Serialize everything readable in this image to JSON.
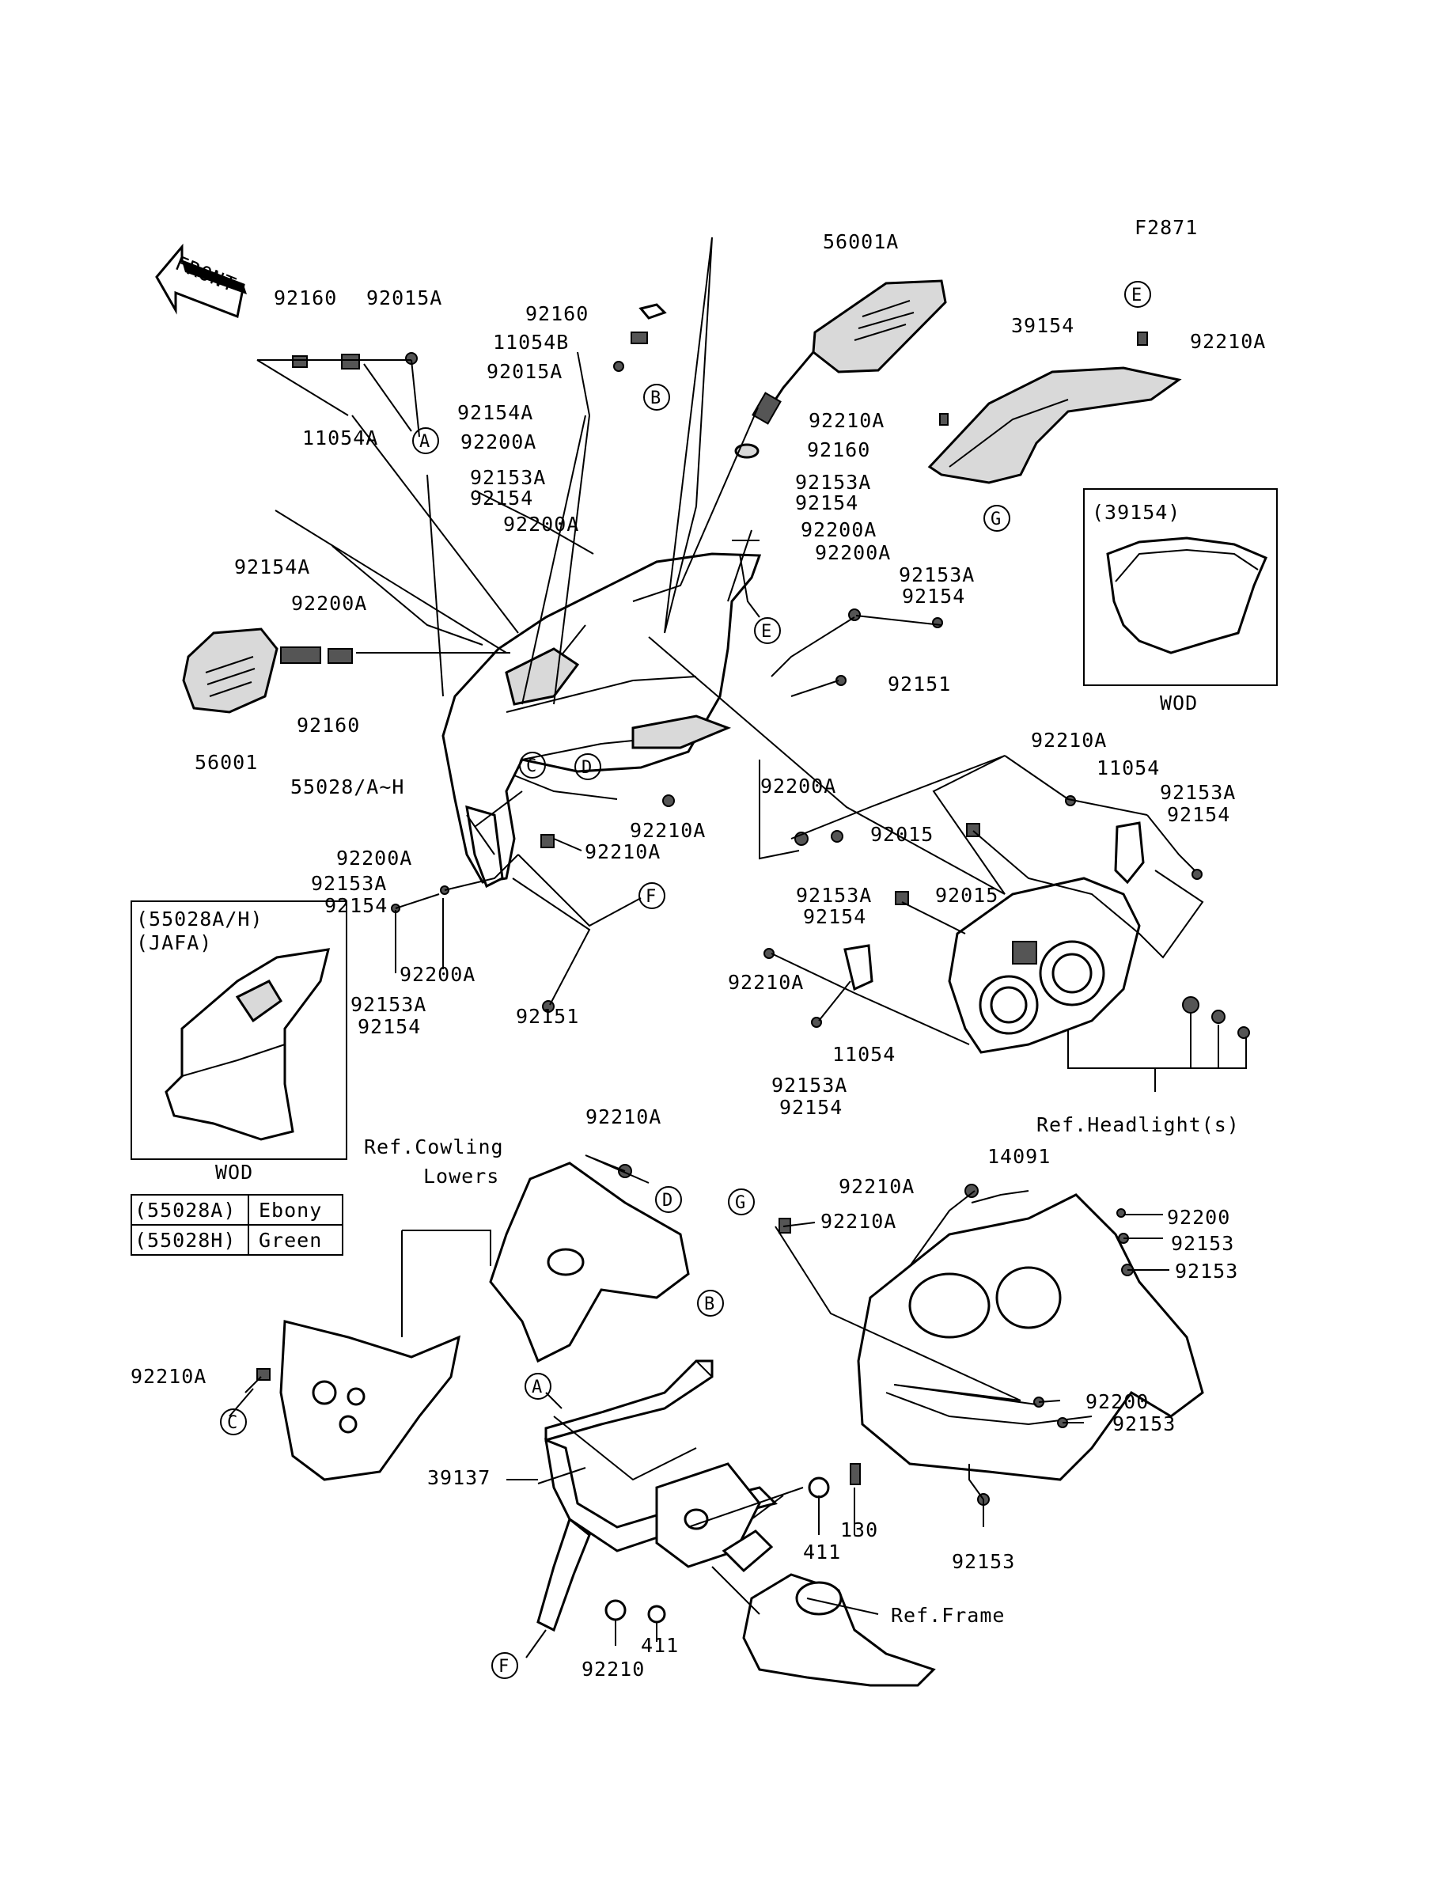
{
  "figure_code": "F2871",
  "front_label": "FRONT",
  "labels": {
    "56001A": "56001A",
    "39154": "39154",
    "92210A_top": "92210A",
    "92160_top": "92160",
    "92015A_top": "92015A",
    "92160_b": "92160",
    "11054B": "11054B",
    "92015A_b": "92015A",
    "11054A": "11054A",
    "92154A_a": "92154A",
    "92200A_a": "92200A",
    "92153A_a": "92153A",
    "92154_a": "92154",
    "92200A_b": "92200A",
    "92210A_m": "92210A",
    "92160_m": "92160",
    "92153A_b": "92153A",
    "92154_b": "92154",
    "92200A_c": "92200A",
    "92200A_d": "92200A",
    "92153A_c": "92153A",
    "92154_c": "92154",
    "92154A_b": "92154A",
    "92200A_e": "92200A",
    "92151_a": "92151",
    "92160_l": "92160",
    "56001": "56001",
    "55028": "55028/A~H",
    "92210A_n": "92210A",
    "92200A_f": "92200A",
    "92200A_g": "92200A",
    "92210A_o": "92210A",
    "92153A_d": "92153A",
    "92154_d": "92154",
    "92200A_h": "92200A",
    "92153A_e": "92153A",
    "92154_e": "92154",
    "92151_b": "92151",
    "92210A_p": "92210A",
    "11054_a": "11054",
    "92153A_f": "92153A",
    "92154_f": "92154",
    "92015_a": "92015",
    "92015_b": "92015",
    "92153A_g": "92153A",
    "92154_g": "92154",
    "92210A_q": "92210A",
    "11054_b": "11054",
    "92153A_h": "92153A",
    "92154_h": "92154",
    "ref_headlight": "Ref.Headlight(s)",
    "ref_cowling_1": "Ref.Cowling",
    "ref_cowling_2": "Lowers",
    "92210A_r": "92210A",
    "14091": "14091",
    "92210A_s": "92210A",
    "92210A_t": "92210A",
    "92200_a": "92200",
    "92153_a": "92153",
    "92153_b": "92153",
    "92210A_u": "92210A",
    "39137": "39137",
    "92200_b": "92200",
    "92153_c": "92153",
    "411_a": "411",
    "130": "130",
    "92153_d": "92153",
    "ref_frame": "Ref.Frame",
    "411_b": "411",
    "92210": "92210"
  },
  "callouts": {
    "A1": "A",
    "B1": "B",
    "E1": "E",
    "G1": "G",
    "E2": "E",
    "C1": "C",
    "D1": "D",
    "F1": "F",
    "D2": "D",
    "G2": "G",
    "B2": "B",
    "A2": "A",
    "C2": "C",
    "F2": "F"
  },
  "inset_windshield": {
    "title": "(39154)",
    "caption": "WOD"
  },
  "inset_cowl": {
    "title1": "(55028A/H)",
    "title2": "(JAFA)",
    "caption": "WOD"
  },
  "color_table": [
    {
      "code": "(55028A)",
      "color": "Ebony"
    },
    {
      "code": "(55028H)",
      "color": "Green"
    }
  ]
}
